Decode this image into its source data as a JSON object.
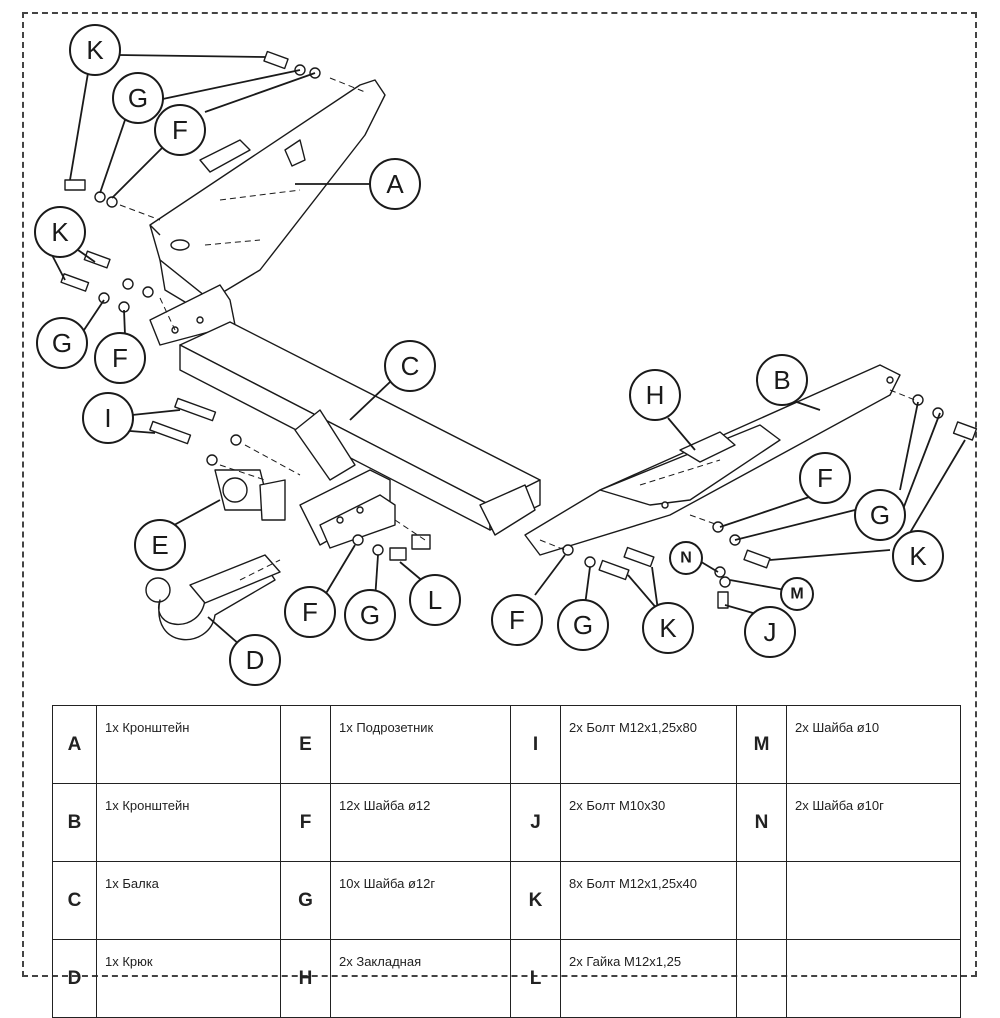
{
  "callouts": {
    "K1": "K",
    "G1": "G",
    "F1": "F",
    "A": "A",
    "K2": "K",
    "G2": "G",
    "F2": "F",
    "I": "I",
    "E": "E",
    "D": "D",
    "C": "C",
    "F3": "F",
    "G3": "G",
    "L": "L",
    "H": "H",
    "B": "B",
    "F4": "F",
    "G4": "G",
    "K3": "K",
    "F5": "F",
    "G5": "G",
    "K4": "K",
    "N": "N",
    "M": "M",
    "J": "J"
  },
  "legend": {
    "rows": [
      [
        {
          "key": "A",
          "desc": "1х Кронштейн"
        },
        {
          "key": "E",
          "desc": "1х Подрозетник"
        },
        {
          "key": "I",
          "desc": "2х Болт М12х1,25х80"
        },
        {
          "key": "M",
          "desc": "2х Шайба ø10"
        }
      ],
      [
        {
          "key": "B",
          "desc": "1х Кронштейн"
        },
        {
          "key": "F",
          "desc": "12х Шайба ø12"
        },
        {
          "key": "J",
          "desc": "2х Болт М10х30"
        },
        {
          "key": "N",
          "desc": "2х Шайба ø10г"
        }
      ],
      [
        {
          "key": "C",
          "desc": "1х Балка"
        },
        {
          "key": "G",
          "desc": "10х Шайба ø12г"
        },
        {
          "key": "K",
          "desc": "8х Болт М12х1,25х40"
        },
        {
          "key": "",
          "desc": ""
        }
      ],
      [
        {
          "key": "D",
          "desc": "1х Крюк"
        },
        {
          "key": "H",
          "desc": "2х Закладная"
        },
        {
          "key": "L",
          "desc": "2х Гайка М12х1,25"
        },
        {
          "key": "",
          "desc": ""
        }
      ]
    ]
  }
}
